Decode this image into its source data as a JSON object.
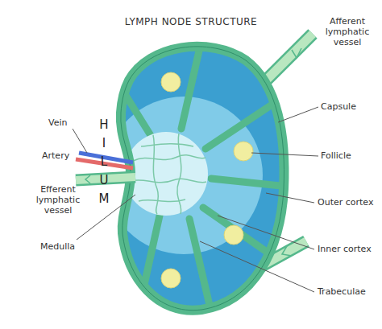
{
  "diagram": {
    "title": "LYMPH NODE STRUCTURE",
    "labels": [
      "Afferent lymphatic vessel",
      "Capsule",
      "Vein",
      "HILUM",
      "Artery",
      "Follicle",
      "Efferent lymphatic vessel",
      "Outer cortex",
      "Inner cortex",
      "Medulla",
      "Trabeculae"
    ]
  }
}
